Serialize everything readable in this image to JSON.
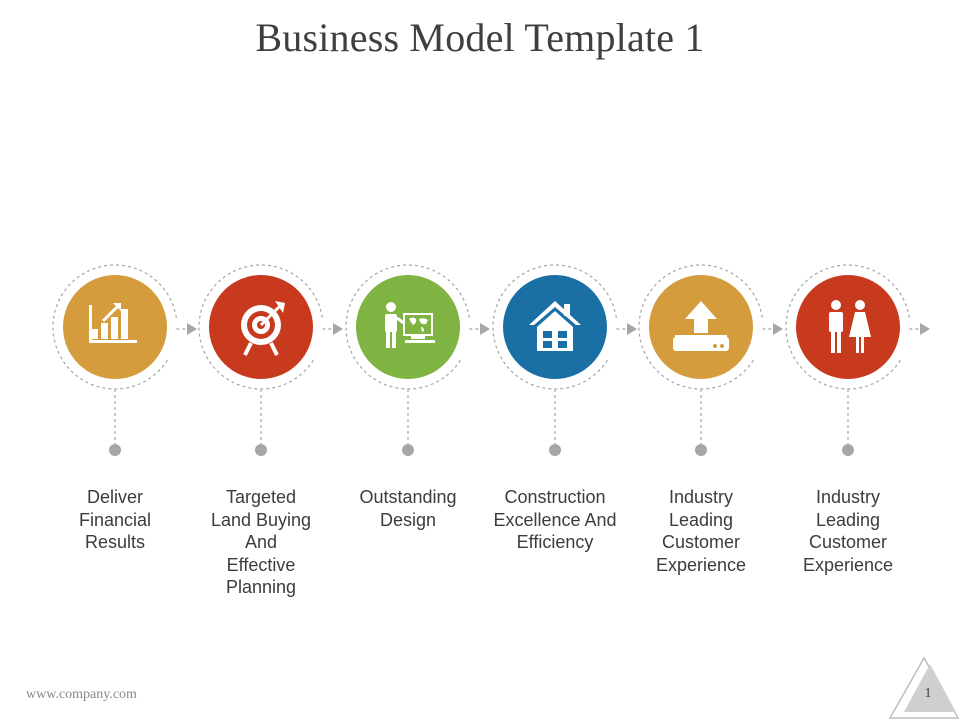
{
  "slide": {
    "title": "Business Model Template 1",
    "footer_url": "www.company.com",
    "page_number": "1"
  },
  "colors": {
    "orange": "#d49c3c",
    "red": "#c73a1d",
    "green": "#7fb342",
    "blue": "#1a6fa4",
    "connector": "#a6a6a6"
  },
  "steps": [
    {
      "label": "Deliver\nFinancial\nResults",
      "color": "#d49c3c",
      "icon": "bar-chart-growth-icon"
    },
    {
      "label": "Targeted\nLand Buying\nAnd\nEffective\nPlanning",
      "color": "#c73a1d",
      "icon": "target-icon"
    },
    {
      "label": "Outstanding\nDesign",
      "color": "#7fb342",
      "icon": "presenter-world-map-icon"
    },
    {
      "label": "Construction\nExcellence And\nEfficiency",
      "color": "#1a6fa4",
      "icon": "house-icon"
    },
    {
      "label": "Industry\nLeading\nCustomer\nExperience",
      "color": "#d49c3c",
      "icon": "upload-tray-icon"
    },
    {
      "label": "Industry\nLeading\nCustomer\nExperience",
      "color": "#c73a1d",
      "icon": "man-woman-icon"
    }
  ]
}
